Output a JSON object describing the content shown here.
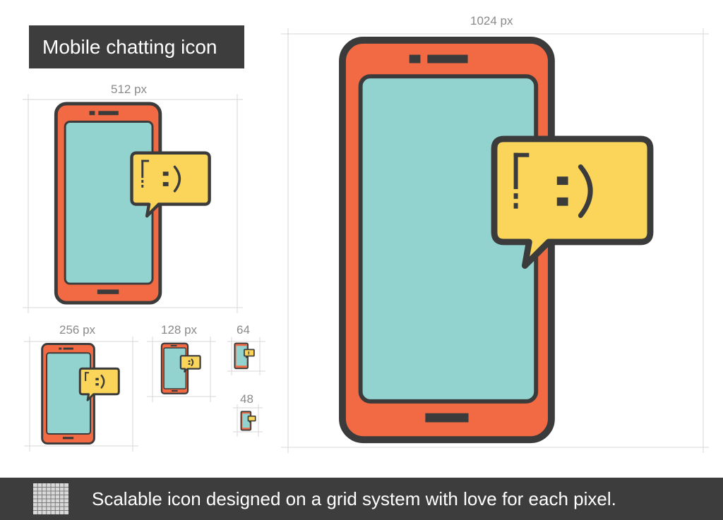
{
  "title": "Mobile chatting icon",
  "size_labels": {
    "large": "1024 px",
    "medium": "512 px",
    "small": "256 px",
    "xsmall": "128 px",
    "tiny64": "64",
    "tiny48": "48"
  },
  "footer": {
    "icon": "pixel-grid-icon",
    "text": "Scalable icon designed on a grid system with love for each pixel."
  },
  "icon": {
    "name": "mobile-chat-smiley-icon",
    "emoticon": ":)",
    "colors": {
      "outline": "#3b3b3b",
      "phone_body": "#f26a43",
      "screen": "#92d2cf",
      "bubble": "#fad55a",
      "guide": "#d7d7d7",
      "footer_bg": "#3d3d3d"
    }
  }
}
